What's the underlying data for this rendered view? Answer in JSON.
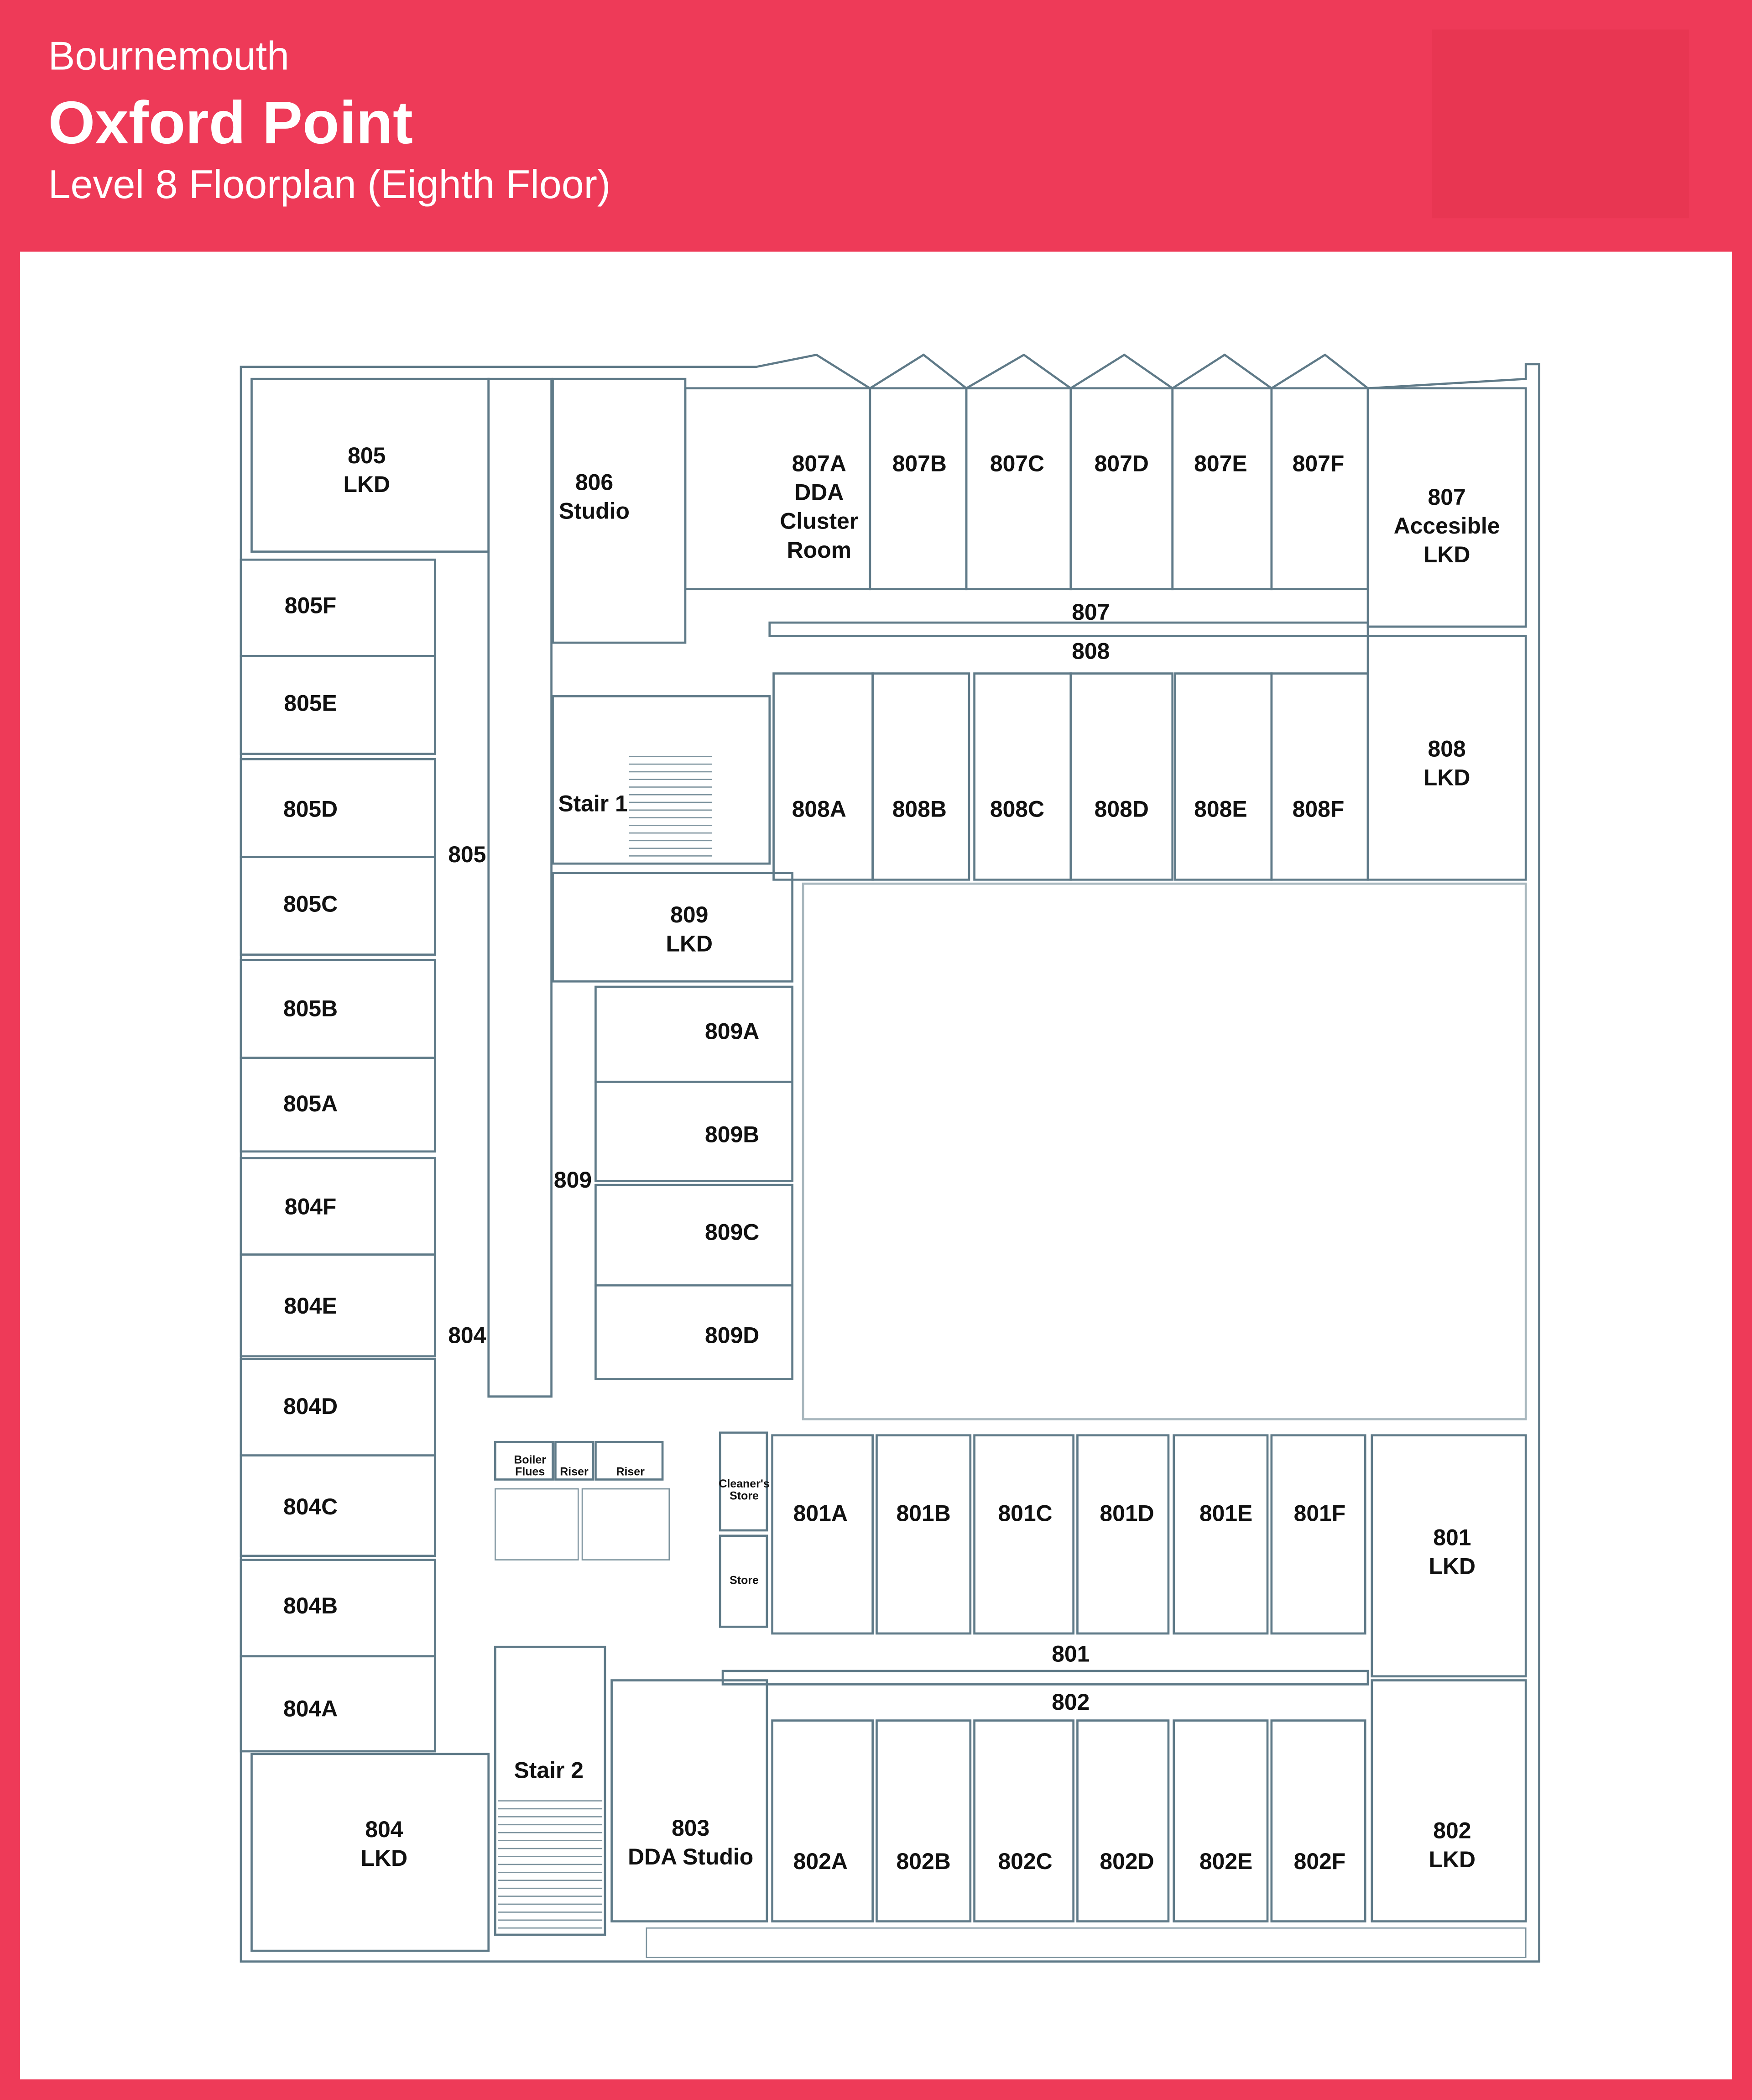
{
  "header": {
    "city": "Bournemouth",
    "title": "Oxford Point",
    "subtitle": "Level 8 Floorplan (Eighth Floor)"
  },
  "colors": {
    "brand": "#EE3A58",
    "walls": "#5F7A88",
    "panel": "#FFFFFF"
  },
  "rooms": [
    {
      "lines": [
        "805",
        "LKD"
      ]
    },
    {
      "lines": [
        "805F"
      ]
    },
    {
      "lines": [
        "805E"
      ]
    },
    {
      "lines": [
        "805D"
      ]
    },
    {
      "lines": [
        "805C"
      ]
    },
    {
      "lines": [
        "805B"
      ]
    },
    {
      "lines": [
        "805A"
      ]
    },
    {
      "lines": [
        "804F"
      ]
    },
    {
      "lines": [
        "804E"
      ]
    },
    {
      "lines": [
        "804D"
      ]
    },
    {
      "lines": [
        "804C"
      ]
    },
    {
      "lines": [
        "804B"
      ]
    },
    {
      "lines": [
        "804A"
      ]
    },
    {
      "lines": [
        "804",
        "LKD"
      ]
    },
    {
      "lines": [
        "806",
        "Studio"
      ]
    },
    {
      "lines": [
        "807A",
        "DDA",
        "Cluster",
        "Room"
      ]
    },
    {
      "lines": [
        "807B"
      ]
    },
    {
      "lines": [
        "807C"
      ]
    },
    {
      "lines": [
        "807D"
      ]
    },
    {
      "lines": [
        "807E"
      ]
    },
    {
      "lines": [
        "807F"
      ]
    },
    {
      "lines": [
        "807",
        "Accesible",
        "LKD"
      ]
    },
    {
      "lines": [
        "808A"
      ]
    },
    {
      "lines": [
        "808B"
      ]
    },
    {
      "lines": [
        "808C"
      ]
    },
    {
      "lines": [
        "808D"
      ]
    },
    {
      "lines": [
        "808E"
      ]
    },
    {
      "lines": [
        "808F"
      ]
    },
    {
      "lines": [
        "808",
        "LKD"
      ]
    },
    {
      "lines": [
        "Stair 1"
      ]
    },
    {
      "lines": [
        "809",
        "LKD"
      ]
    },
    {
      "lines": [
        "809A"
      ]
    },
    {
      "lines": [
        "809B"
      ]
    },
    {
      "lines": [
        "809C"
      ]
    },
    {
      "lines": [
        "809D"
      ]
    },
    {
      "lines": [
        "Boiler",
        "Flues"
      ]
    },
    {
      "lines": [
        "Riser"
      ]
    },
    {
      "lines": [
        "Riser"
      ]
    },
    {
      "lines": [
        "Cleaner's",
        "Store"
      ]
    },
    {
      "lines": [
        "Store"
      ]
    },
    {
      "lines": [
        "801A"
      ]
    },
    {
      "lines": [
        "801B"
      ]
    },
    {
      "lines": [
        "801C"
      ]
    },
    {
      "lines": [
        "801D"
      ]
    },
    {
      "lines": [
        "801E"
      ]
    },
    {
      "lines": [
        "801F"
      ]
    },
    {
      "lines": [
        "801",
        "LKD"
      ]
    },
    {
      "lines": [
        "802A"
      ]
    },
    {
      "lines": [
        "802B"
      ]
    },
    {
      "lines": [
        "802C"
      ]
    },
    {
      "lines": [
        "802D"
      ]
    },
    {
      "lines": [
        "802E"
      ]
    },
    {
      "lines": [
        "802F"
      ]
    },
    {
      "lines": [
        "802",
        "LKD"
      ]
    },
    {
      "lines": [
        "803",
        "DDA Studio"
      ]
    },
    {
      "lines": [
        "Stair 2"
      ]
    }
  ],
  "corridors": [
    "805",
    "804",
    "807",
    "808",
    "809",
    "801",
    "802"
  ]
}
